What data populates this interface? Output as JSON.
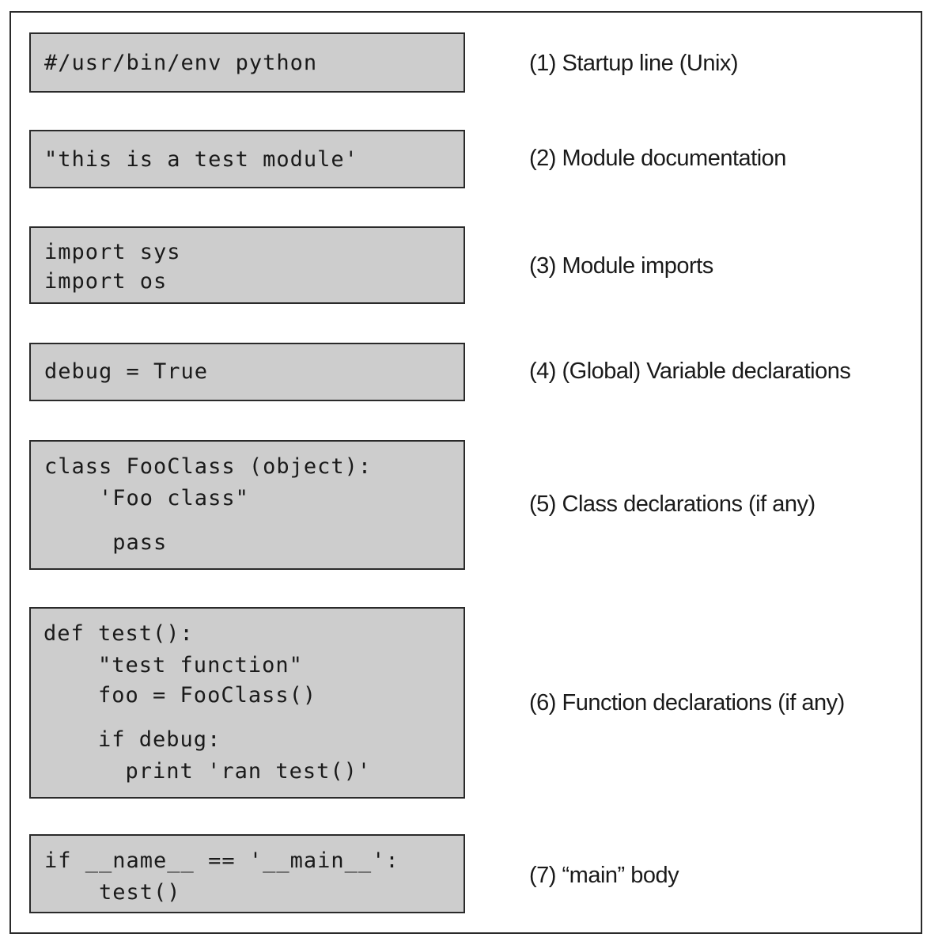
{
  "sections": [
    {
      "code": [
        "#/usr/bin/env python"
      ],
      "label": "(1) Startup line (Unix)"
    },
    {
      "code": [
        "\"this is a test module'"
      ],
      "label": "(2) Module documentation"
    },
    {
      "code": [
        "import sys",
        "import os"
      ],
      "label": "(3) Module imports"
    },
    {
      "code": [
        "debug = True"
      ],
      "label": "(4) (Global) Variable declarations"
    },
    {
      "code": [
        "class FooClass (object):",
        "    'Foo class\"",
        "     pass"
      ],
      "label": "(5) Class declarations (if any)"
    },
    {
      "code": [
        "def test():",
        "    \"test function\"",
        "    foo = FooClass()",
        "    if debug:",
        "      print 'ran test()'"
      ],
      "label": "(6) Function declarations (if any)"
    },
    {
      "code": [
        "if __name__ == '__main__':",
        "    test()"
      ],
      "label": "(7) “main” body"
    }
  ]
}
